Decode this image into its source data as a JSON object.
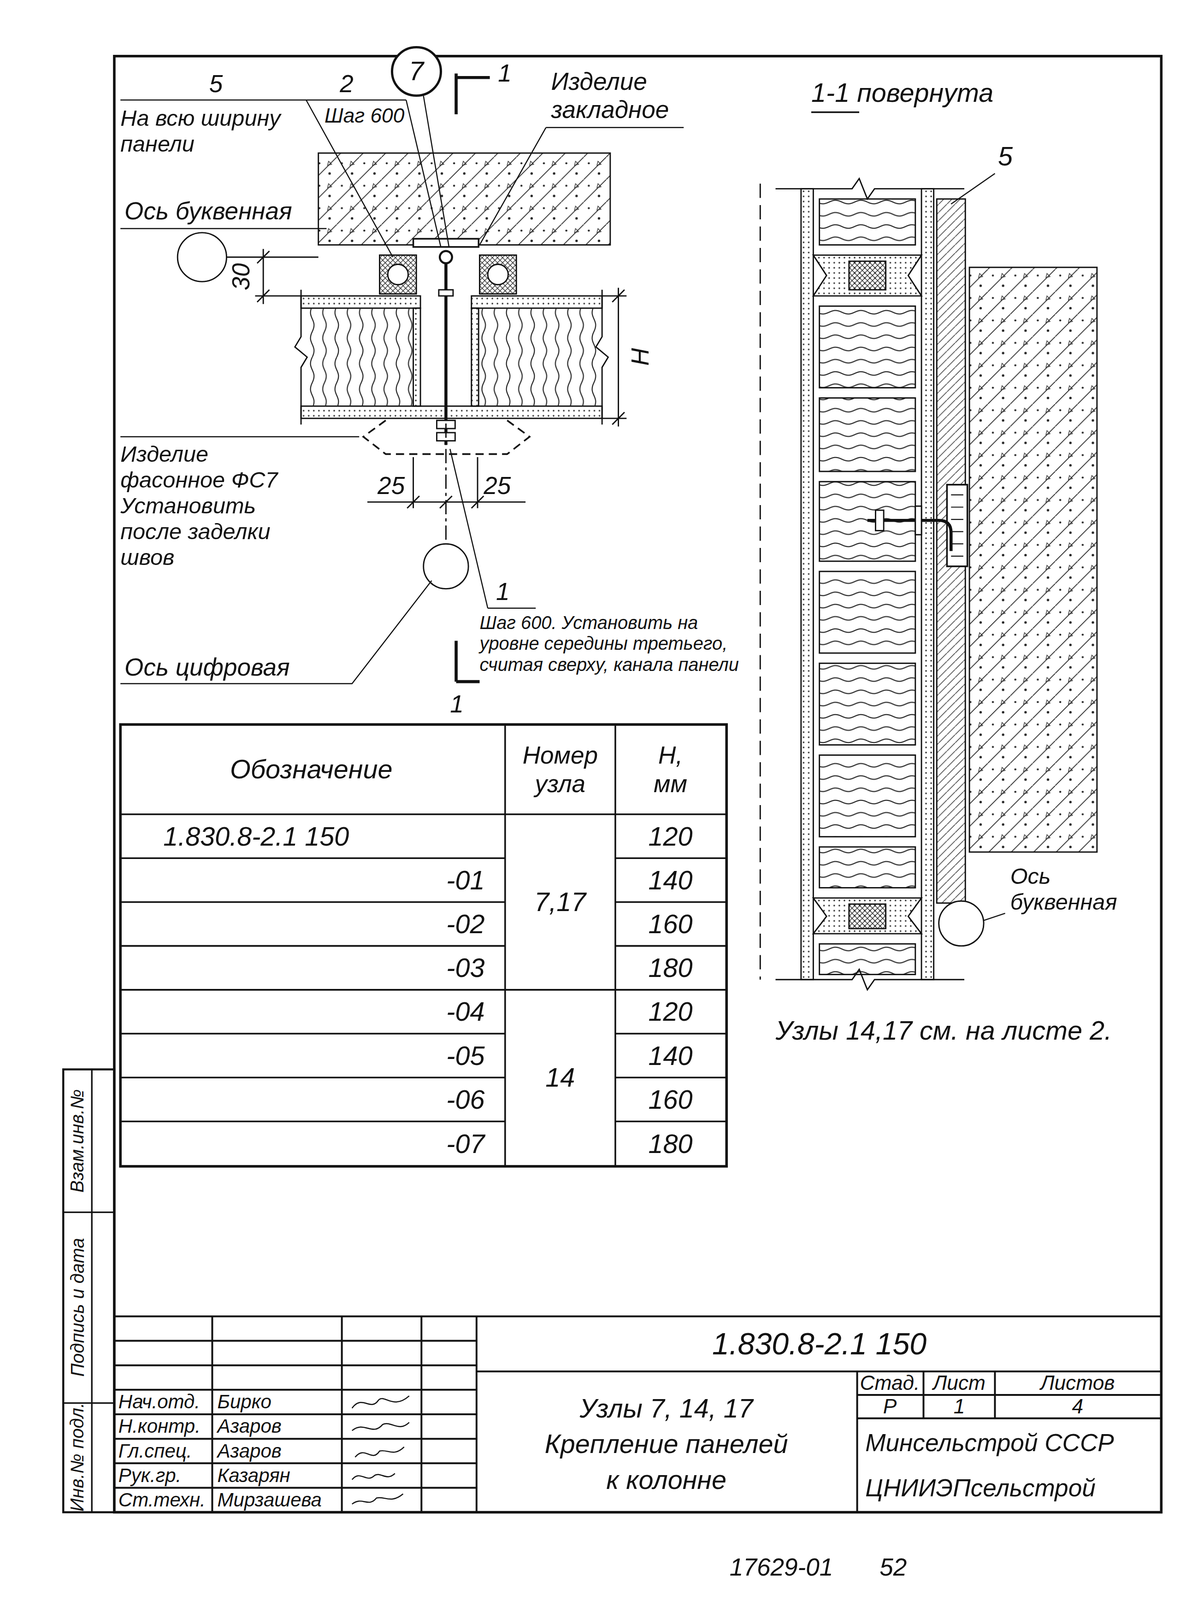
{
  "diagram": {
    "nodes": [
      {
        "text": [
          "7"
        ]
      }
    ],
    "labels": [
      "5",
      "2",
      "На всю ширину панели",
      "Шаг 600",
      "1",
      "Изделие закладное",
      "1-1 повернута",
      "5",
      "Ось буквенная",
      "30",
      "H",
      "Изделие фасонное ФС7 Установить после заделки швов",
      "25",
      "25",
      "1",
      "Шаг 600. Установить на уровне середины третьего, считая сверху, канала панели",
      "1",
      "Ось цифровая",
      "Обозначение",
      "Номер узла",
      "H, мм",
      "1.830.8-2.1 150",
      "120",
      "-01",
      "7,17",
      "140",
      "-02",
      "160",
      "-03",
      "180",
      "-04",
      "14",
      "120",
      "-05",
      "140",
      "-06",
      "160",
      "-07",
      "180",
      "Узлы 14,17 см. на листе 2.",
      "Взам.инв.№",
      "Подпись и дата",
      "Инв.№ подл.",
      "1.830.8-2.1 150",
      "Нач.отд.",
      "Бирко",
      "Н.контр.",
      "Азаров",
      "Гл.спец.",
      "Азаров",
      "Рук.гр.",
      "Казарян",
      "Ст.техн.",
      "Мирзашева",
      "Узлы 7, 14, 17",
      "Крепление панелей",
      "к колонне",
      "Стад.",
      "Лист",
      "Листов",
      "Р",
      "1",
      "4",
      "Минсельстрой СССР",
      "ЦНИИЭПсельстрой",
      "17629-01",
      "52",
      "Ось буквенная"
    ]
  }
}
